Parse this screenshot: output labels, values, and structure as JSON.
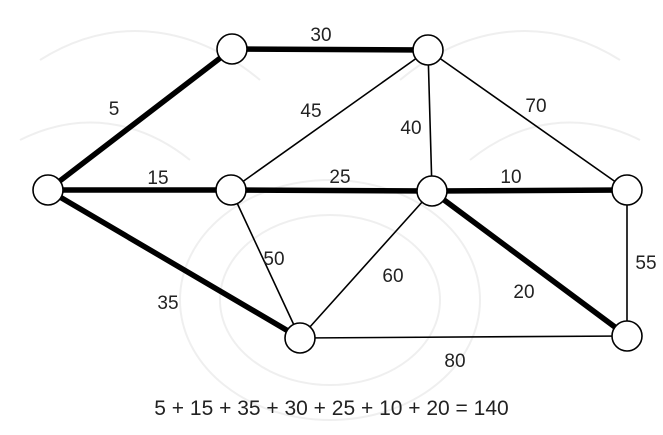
{
  "graph": {
    "nodes": [
      {
        "id": "A"
      },
      {
        "id": "B"
      },
      {
        "id": "C"
      },
      {
        "id": "D"
      },
      {
        "id": "E"
      },
      {
        "id": "F"
      },
      {
        "id": "G"
      },
      {
        "id": "H"
      }
    ],
    "edges": [
      {
        "from": "A",
        "to": "B",
        "weight": "5",
        "in_tree": true
      },
      {
        "from": "B",
        "to": "C",
        "weight": "30",
        "in_tree": true
      },
      {
        "from": "A",
        "to": "D",
        "weight": "15",
        "in_tree": true
      },
      {
        "from": "A",
        "to": "H",
        "weight": "35",
        "in_tree": true
      },
      {
        "from": "D",
        "to": "C",
        "weight": "45",
        "in_tree": false
      },
      {
        "from": "C",
        "to": "E",
        "weight": "40",
        "in_tree": false
      },
      {
        "from": "C",
        "to": "F",
        "weight": "70",
        "in_tree": false
      },
      {
        "from": "D",
        "to": "E",
        "weight": "25",
        "in_tree": true
      },
      {
        "from": "E",
        "to": "F",
        "weight": "10",
        "in_tree": true
      },
      {
        "from": "D",
        "to": "H",
        "weight": "50",
        "in_tree": false
      },
      {
        "from": "E",
        "to": "H",
        "weight": "60",
        "in_tree": false
      },
      {
        "from": "E",
        "to": "G",
        "weight": "20",
        "in_tree": true
      },
      {
        "from": "F",
        "to": "G",
        "weight": "55",
        "in_tree": false
      },
      {
        "from": "H",
        "to": "G",
        "weight": "80",
        "in_tree": false
      }
    ]
  },
  "formula": "5 + 15 + 35 + 30 + 25 + 10 + 20 = 140",
  "colors": {
    "stroke": "#000000",
    "text": "#222222",
    "background": "#ffffff"
  }
}
